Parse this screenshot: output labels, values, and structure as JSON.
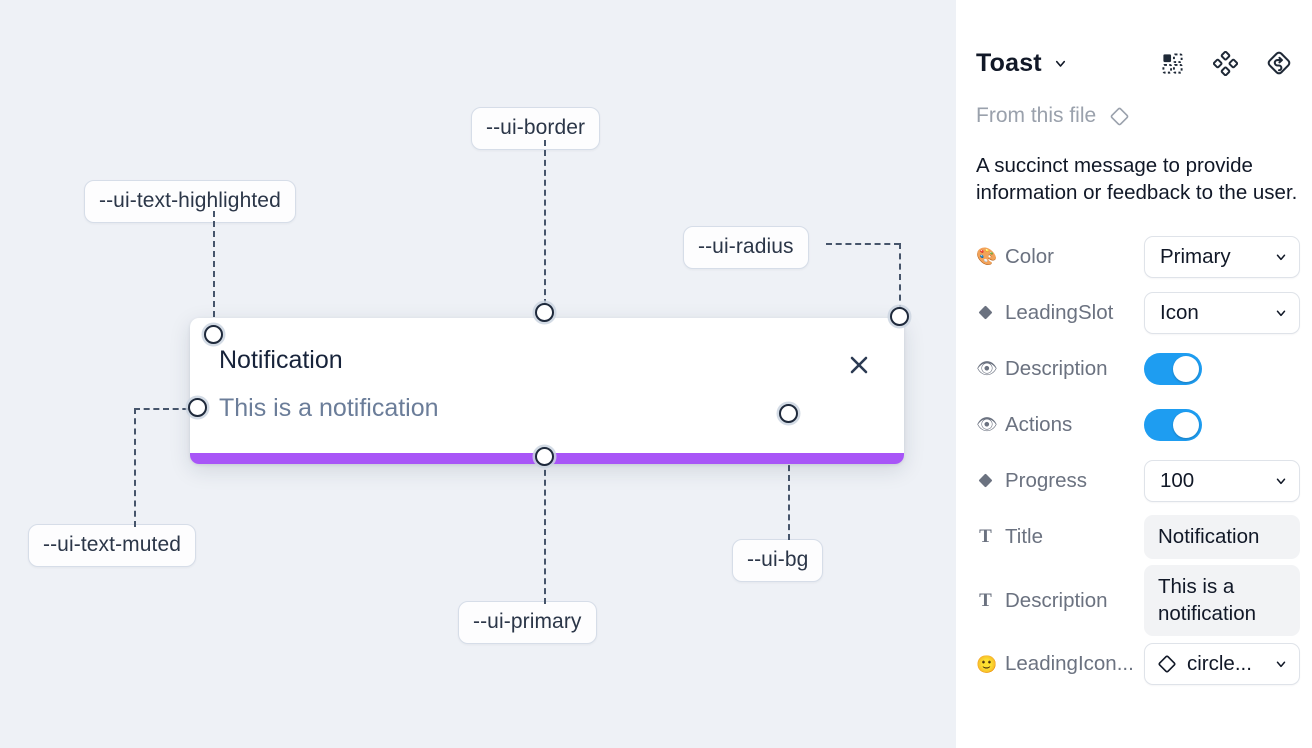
{
  "canvas": {
    "tokens": [
      {
        "label": "--ui-text-highlighted"
      },
      {
        "label": "--ui-border"
      },
      {
        "label": "--ui-radius"
      },
      {
        "label": "--ui-text-muted"
      },
      {
        "label": "--ui-primary"
      },
      {
        "label": "--ui-bg"
      }
    ],
    "toast": {
      "title": "Notification",
      "description": "This is a notification",
      "close_icon": "close-icon",
      "progress_color": "#a855f7",
      "background": "#ffffff"
    },
    "background": "#eef1f6"
  },
  "panel": {
    "title": "Toast",
    "title_caret_icon": "chevron-down-icon",
    "header_icons": [
      {
        "name": "variants-grid-icon"
      },
      {
        "name": "component-diamond-icon"
      },
      {
        "name": "reset-instance-icon"
      }
    ],
    "from_file": {
      "label": "From this file",
      "icon": "diamond-icon"
    },
    "summary": "A succinct message to provide information or feedback to the user.",
    "properties": [
      {
        "icon": "palette-emoji",
        "emoji": "🎨",
        "label": "Color",
        "control": "select",
        "value": "Primary"
      },
      {
        "icon": "diamond-filled-icon",
        "label": "LeadingSlot",
        "control": "select",
        "value": "Icon"
      },
      {
        "icon": "eye-emoji",
        "emoji": "👁",
        "label": "Description",
        "control": "toggle",
        "value": "on"
      },
      {
        "icon": "eye-emoji",
        "emoji": "👁",
        "label": "Actions",
        "control": "toggle",
        "value": "on"
      },
      {
        "icon": "diamond-filled-icon",
        "label": "Progress",
        "control": "select",
        "value": "100"
      },
      {
        "icon": "text-t-icon",
        "label": "Title",
        "control": "text",
        "value": "Notification"
      },
      {
        "icon": "text-t-icon",
        "label": "Description",
        "control": "text",
        "value": "This is a notification"
      },
      {
        "icon": "smiley-emoji",
        "emoji": "🙂",
        "label": "LeadingIcon...",
        "control": "select-icon",
        "value": "circle...",
        "value_icon": "diamond-outline-icon"
      }
    ],
    "accent_color": "#1e9df1"
  }
}
